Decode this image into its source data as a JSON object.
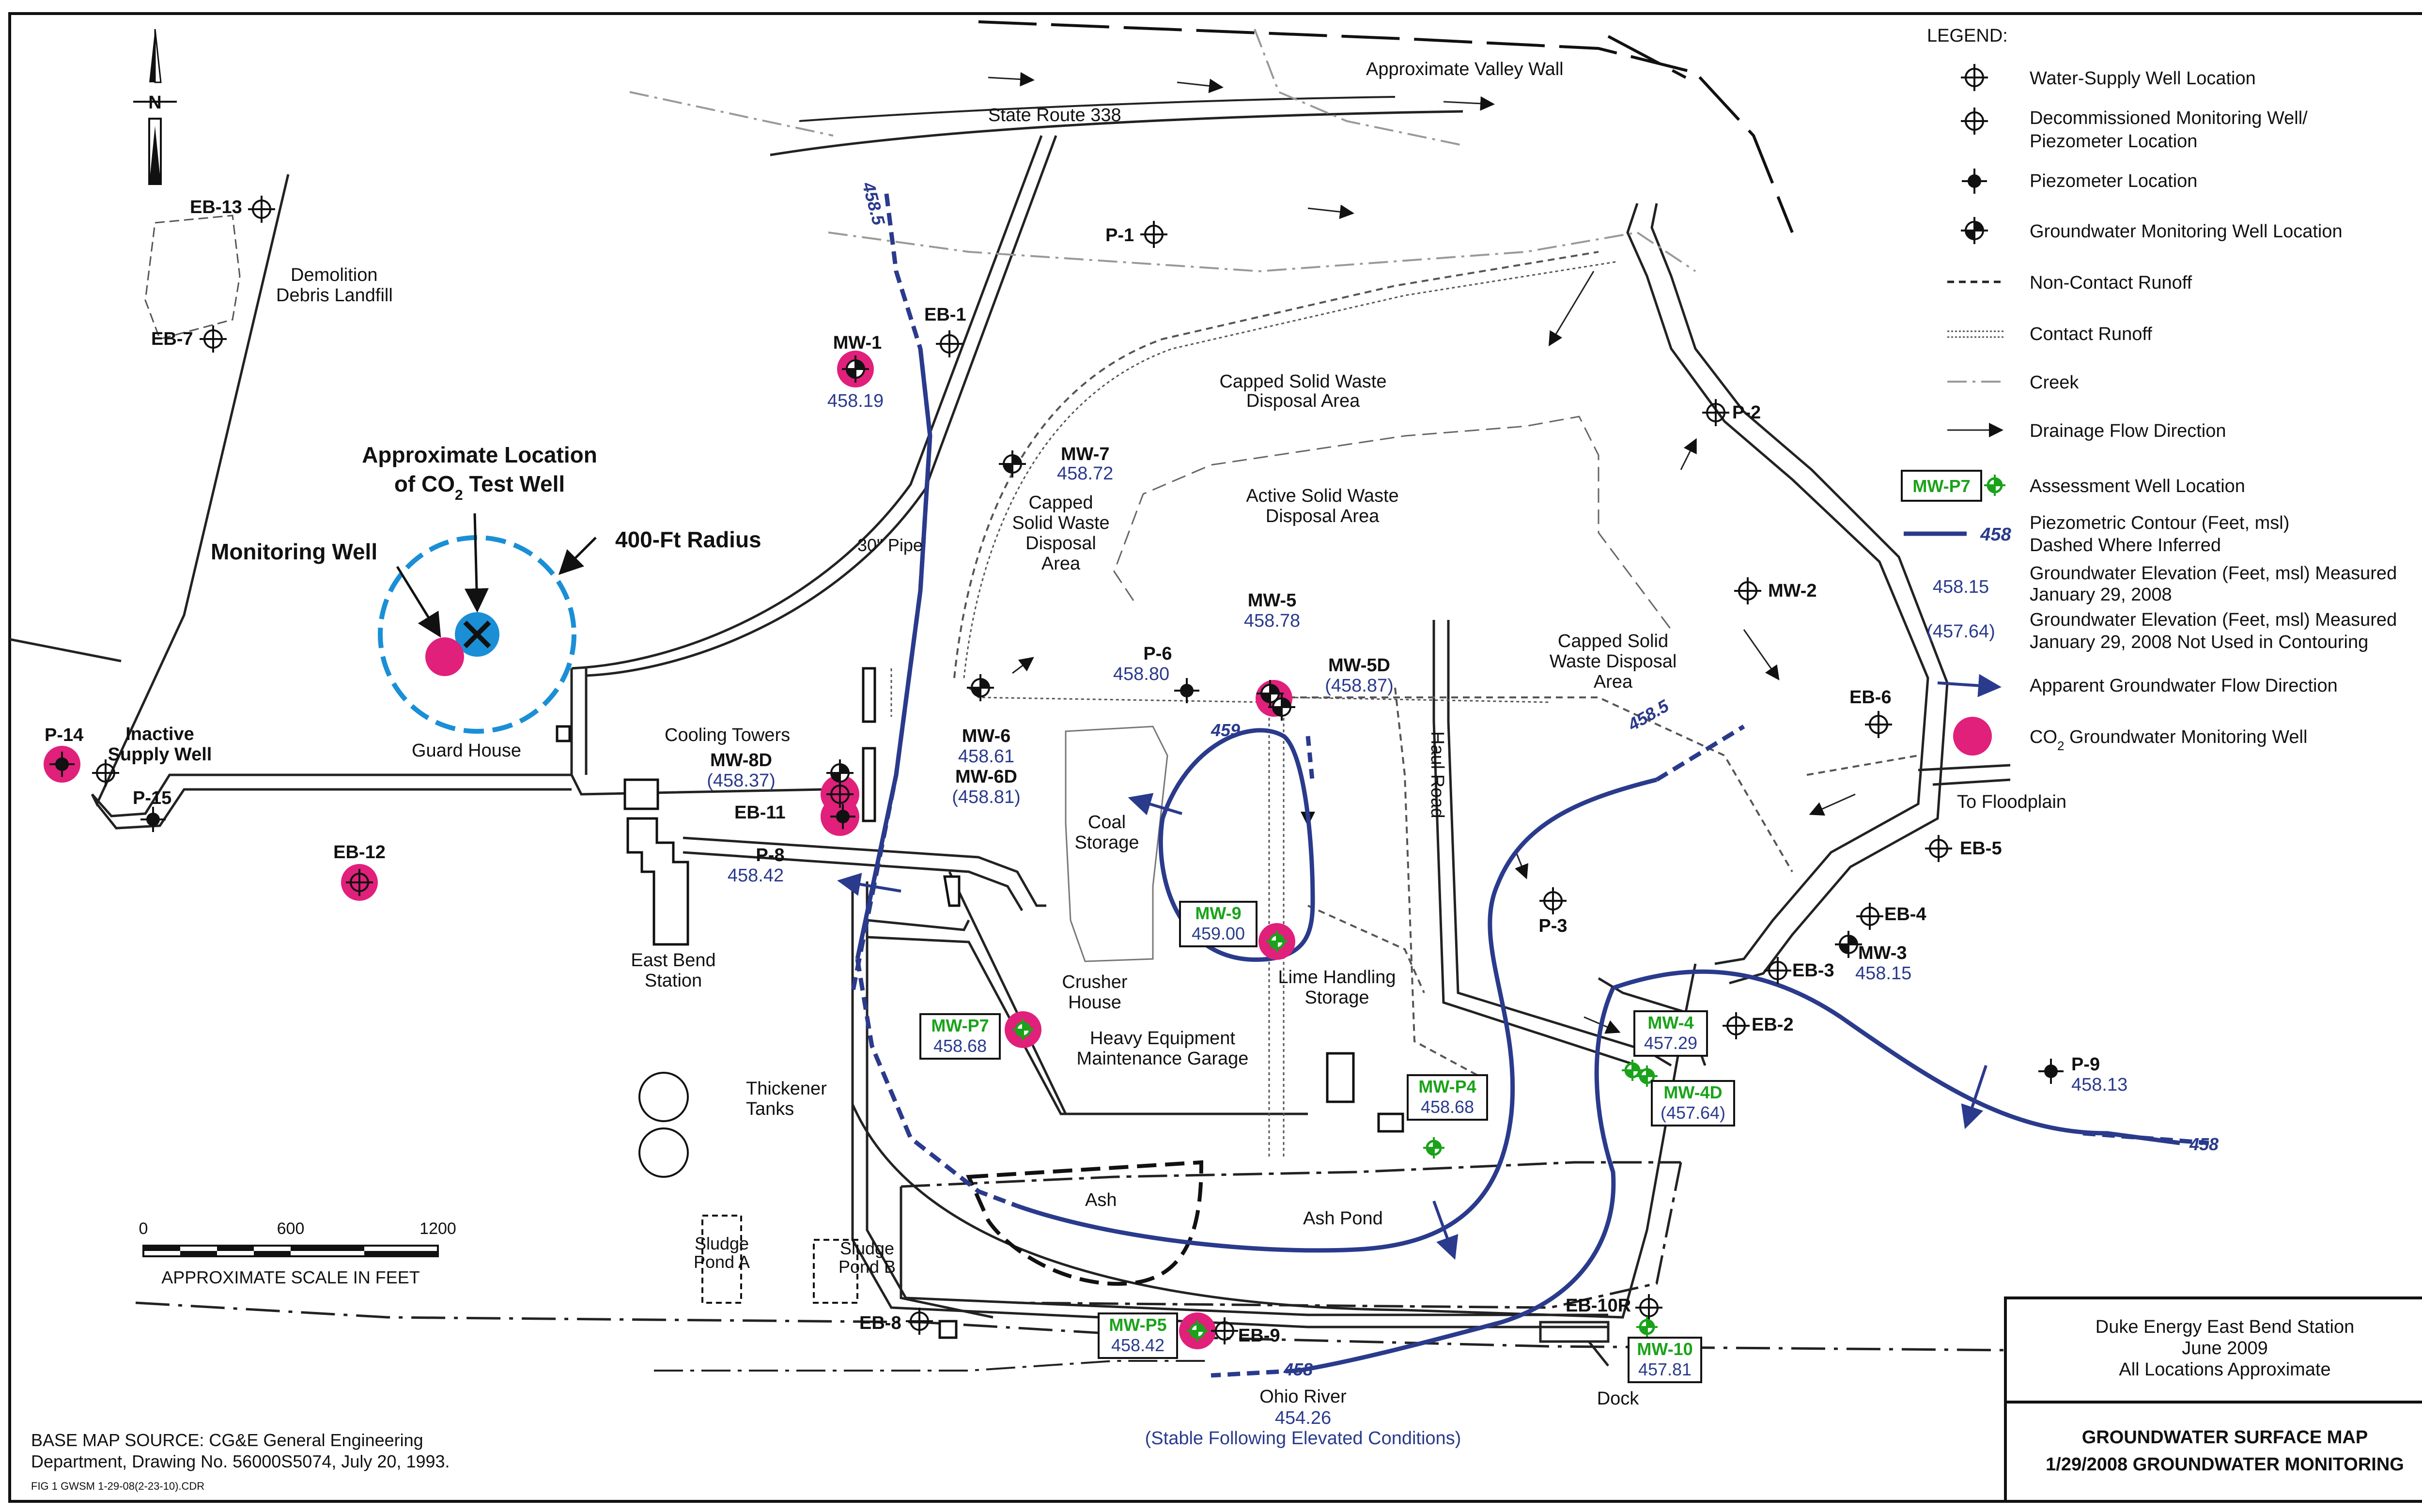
{
  "north_label": "N",
  "labels": {
    "approx_valley_wall": "Approximate Valley Wall",
    "state_route": "State Route 338",
    "demolition": [
      "Demolition",
      "Debris Landfill"
    ],
    "approx_location": "Approximate Location",
    "co2_test_well_pre": "of CO",
    "co2_sub": "2",
    "co2_test_well_post": " Test Well",
    "monitoring_well": "Monitoring Well",
    "radius_400": "400-Ft Radius",
    "pipe_30": "30\" Pipe",
    "capped_swda_1": [
      "Capped Solid Waste",
      "Disposal Area"
    ],
    "capped_swda_2": [
      "Capped",
      "Solid Waste",
      "Disposal",
      "Area"
    ],
    "active_swda": [
      "Active Solid Waste",
      "Disposal Area"
    ],
    "capped_swda_3": [
      "Capped Solid",
      "Waste Disposal",
      "Area"
    ],
    "inactive_supply": [
      "Inactive",
      "Supply Well"
    ],
    "guard_house": "Guard House",
    "cooling_towers": "Cooling Towers",
    "coal_storage": [
      "Coal",
      "Storage"
    ],
    "haul_road": "Haul Road",
    "to_floodplain": "To Floodplain",
    "east_bend_station": [
      "East Bend",
      "Station"
    ],
    "crusher_house": [
      "Crusher",
      "House"
    ],
    "lime_handling": [
      "Lime Handling",
      "Storage"
    ],
    "heavy_equipment": [
      "Heavy Equipment",
      "Maintenance Garage"
    ],
    "thickener": [
      "Thickener",
      "Tanks"
    ],
    "ash": "Ash",
    "ash_pond": "Ash Pond",
    "sludge_a": [
      "Sludge",
      "Pond A"
    ],
    "sludge_b": [
      "Sludge",
      "Pond B"
    ],
    "ohio_river": "Ohio River",
    "ohio_river_value": "454.26",
    "ohio_river_note": "(Stable Following Elevated Conditions)",
    "dock": "Dock",
    "scale_0": "0",
    "scale_600": "600",
    "scale_1200": "1200",
    "scale_caption": "APPROXIMATE SCALE IN FEET",
    "base_map_1": "BASE MAP SOURCE:  CG&E General Engineering",
    "base_map_2": "Department, Drawing No. 56000S5074, July 20, 1993.",
    "fig_id": "FIG 1 GWSM 1-29-08(2-23-10).CDR"
  },
  "wells": [
    {
      "id": "EB-13"
    },
    {
      "id": "EB-7"
    },
    {
      "id": "P-1"
    },
    {
      "id": "EB-1"
    },
    {
      "id": "MW-1",
      "value": "458.19"
    },
    {
      "id": "MW-7",
      "value": "458.72"
    },
    {
      "id": "P-2"
    },
    {
      "id": "MW-2"
    },
    {
      "id": "MW-5",
      "value": "458.78"
    },
    {
      "id": "MW-5D",
      "value": "(458.87)"
    },
    {
      "id": "P-6",
      "value": "458.80"
    },
    {
      "id": "MW-6",
      "value": "458.61"
    },
    {
      "id": "MW-6D",
      "value": "(458.81)"
    },
    {
      "id": "P-14"
    },
    {
      "id": "P-15"
    },
    {
      "id": "EB-12"
    },
    {
      "id": "MW-8D",
      "value": "(458.37)"
    },
    {
      "id": "EB-11"
    },
    {
      "id": "P-8",
      "value": "458.42"
    },
    {
      "id": "EB-6"
    },
    {
      "id": "EB-5"
    },
    {
      "id": "EB-4"
    },
    {
      "id": "MW-3",
      "value": "458.15"
    },
    {
      "id": "EB-3"
    },
    {
      "id": "EB-2"
    },
    {
      "id": "P-3"
    },
    {
      "id": "P-9",
      "value": "458.13"
    },
    {
      "id": "EB-8"
    },
    {
      "id": "EB-9"
    },
    {
      "id": "EB-10R"
    }
  ],
  "assessment_wells": [
    {
      "id": "MW-9",
      "value": "459.00"
    },
    {
      "id": "MW-P7",
      "value": "458.68"
    },
    {
      "id": "MW-P4",
      "value": "458.68"
    },
    {
      "id": "MW-4",
      "value": "457.29"
    },
    {
      "id": "MW-4D",
      "value": "(457.64)"
    },
    {
      "id": "MW-P5",
      "value": "458.42"
    },
    {
      "id": "MW-10",
      "value": "457.81"
    }
  ],
  "contours": {
    "c4585_top": "458.5",
    "c459": "459",
    "c4585_right": "458.5",
    "c458_right": "458",
    "c458_bottom": "458"
  },
  "legend": {
    "title": "LEGEND:",
    "items": [
      {
        "symbol": "water-supply-well",
        "label": [
          "Water-Supply Well Location"
        ]
      },
      {
        "symbol": "decommissioned-well",
        "label": [
          "Decommissioned Monitoring Well/",
          "Piezometer Location"
        ]
      },
      {
        "symbol": "piezometer",
        "label": [
          "Piezometer Location"
        ]
      },
      {
        "symbol": "gw-monitoring-well",
        "label": [
          "Groundwater Monitoring Well Location"
        ]
      },
      {
        "symbol": "non-contact-runoff",
        "label": [
          "Non-Contact Runoff"
        ]
      },
      {
        "symbol": "contact-runoff",
        "label": [
          "Contact Runoff"
        ]
      },
      {
        "symbol": "creek",
        "label": [
          "Creek"
        ]
      },
      {
        "symbol": "drainage-flow",
        "label": [
          "Drainage Flow Direction"
        ]
      },
      {
        "symbol": "assessment-well",
        "sample": "MW-P7",
        "label": [
          "Assessment Well Location"
        ]
      },
      {
        "symbol": "piezometric-contour",
        "sample": "458",
        "label": [
          "Piezometric Contour (Feet, msl)",
          "Dashed Where Inferred"
        ]
      },
      {
        "symbol": "gw-elevation",
        "sample": "458.15",
        "label": [
          "Groundwater Elevation (Feet, msl) Measured",
          "January 29, 2008"
        ]
      },
      {
        "symbol": "gw-elevation-not-used",
        "sample": "(457.64)",
        "label": [
          "Groundwater Elevation (Feet, msl) Measured",
          "January 29, 2008 Not Used in Contouring"
        ]
      },
      {
        "symbol": "gw-flow-direction",
        "label": [
          "Apparent Groundwater Flow Direction"
        ]
      },
      {
        "symbol": "co2-well",
        "label_pre": "CO",
        "label_sub": "2",
        "label_post": " Groundwater Monitoring Well"
      }
    ]
  },
  "title_block": {
    "line1": "Duke Energy East Bend Station",
    "line2": "June 2009",
    "line3": "All Locations Approximate",
    "title1": "GROUNDWATER SURFACE MAP",
    "title2": "1/29/2008 GROUNDWATER MONITORING"
  },
  "colors": {
    "contour": "#2a3a8c",
    "co2_well": "#e0207a",
    "assessment": "#1aa31a",
    "radius": "#1a8fd6",
    "test_well": "#1a8fd6"
  }
}
